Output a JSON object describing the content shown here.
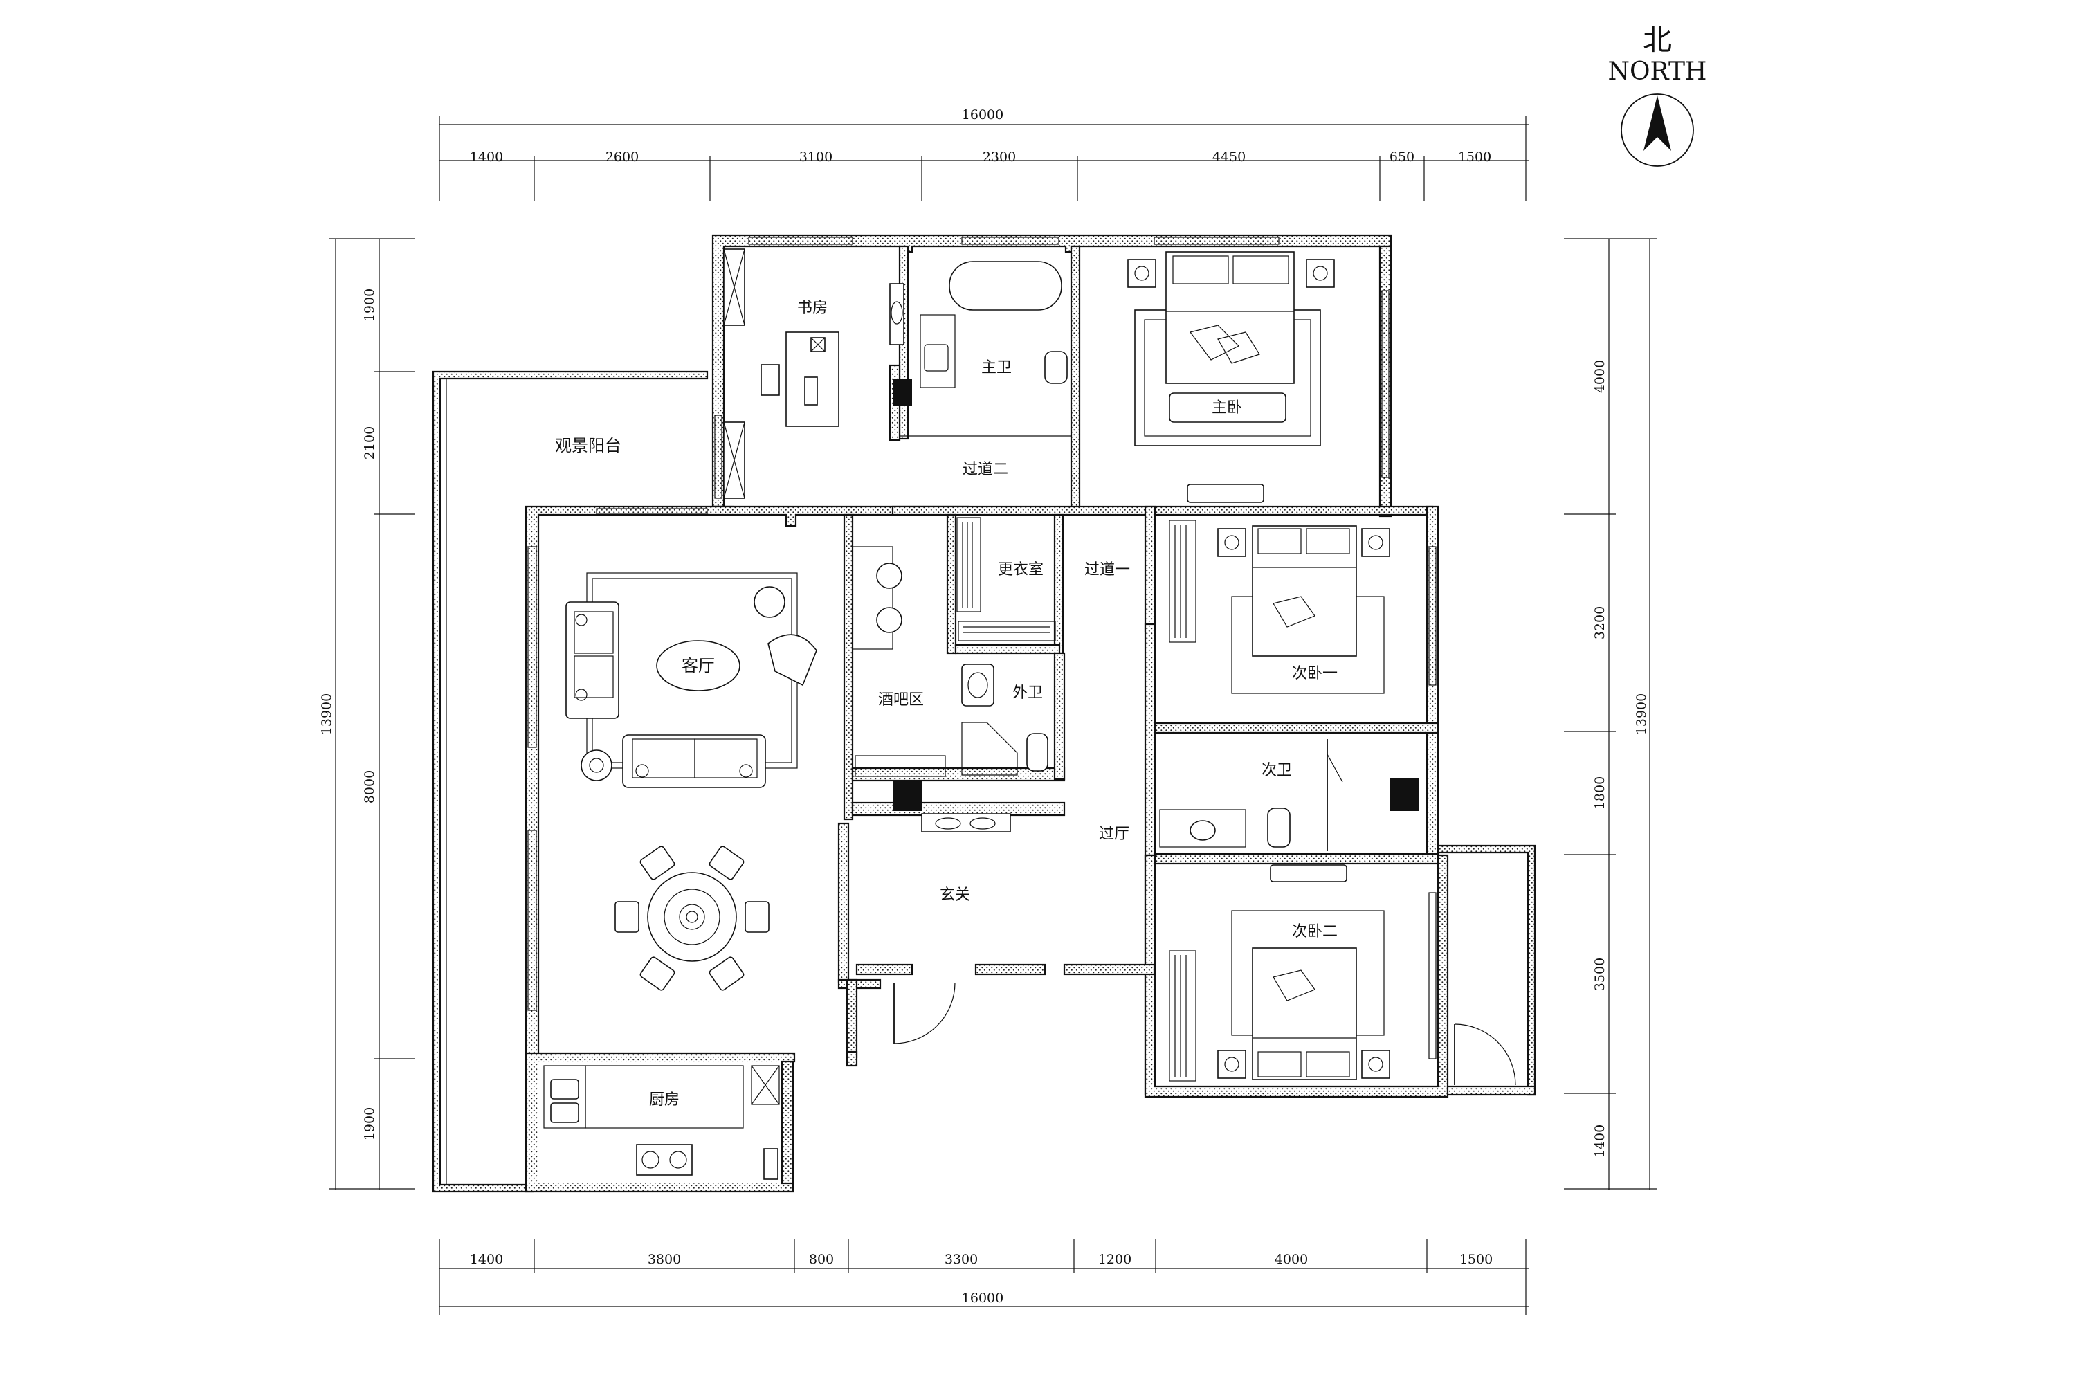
{
  "compass": {
    "cn": "北",
    "en": "NORTH"
  },
  "dims": {
    "top_total": "16000",
    "top": [
      "1400",
      "2600",
      "3100",
      "2300",
      "4450",
      "650",
      "1500"
    ],
    "bottom_total": "16000",
    "bottom": [
      "1400",
      "3800",
      "800",
      "3300",
      "1200",
      "4000",
      "1500"
    ],
    "left_total": "13900",
    "left": [
      "1900",
      "2100",
      "8000",
      "1900"
    ],
    "right_total": "13900",
    "right": [
      "4000",
      "3200",
      "1800",
      "3500",
      "1400"
    ]
  },
  "rooms": {
    "study": "书房",
    "master_bath": "主卫",
    "master_bed": "主卧",
    "corridor2": "过道二",
    "balcony": "观景阳台",
    "living": "客厅",
    "bar": "酒吧区",
    "closet": "更衣室",
    "corridor1": "过道一",
    "guest_bath": "外卫",
    "second_bed": "次卧一",
    "second_bath": "次卫",
    "hall": "过厅",
    "foyer": "玄关",
    "second_bed2": "次卧二",
    "kitchen": "厨房"
  }
}
